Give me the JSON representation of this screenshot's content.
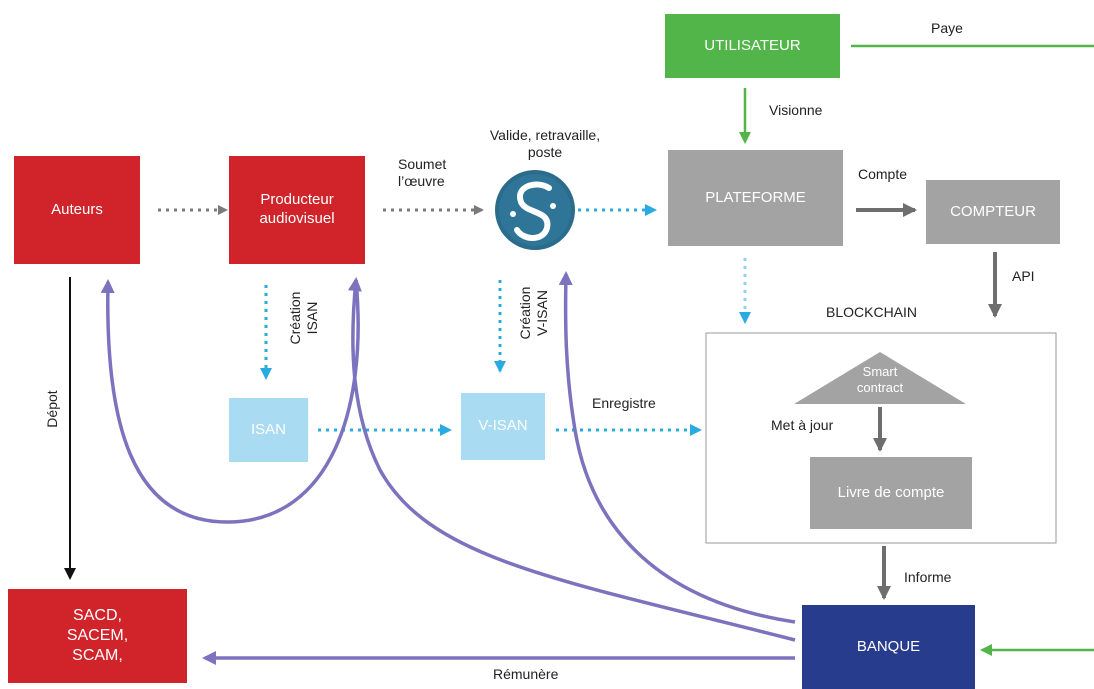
{
  "nodes": {
    "utilisateur": "UTILISATEUR",
    "auteurs": "Auteurs",
    "producteur": "Producteur\naudiovisuel",
    "plateforme": "PLATEFORME",
    "compteur": "COMPTEUR",
    "isan": "ISAN",
    "visan": "V-ISAN",
    "smart_contract": "Smart\ncontract",
    "livre": "Livre de compte",
    "banque": "BANQUE",
    "societes": "SACD,\nSACEM,\nSCAM,"
  },
  "labels": {
    "paye": "Paye",
    "visionne": "Visionne",
    "valide": "Valide, retravaille,\nposte",
    "soumet": "Soumet\nl’œuvre",
    "compte": "Compte",
    "api": "API",
    "blockchain": "BLOCKCHAIN",
    "creation_isan": "Création\nISAN",
    "creation_visan": "Création\nV-ISAN",
    "enregistre": "Enregistre",
    "met_a_jour": "Met à jour",
    "depot": "Dépot",
    "informe": "Informe",
    "remunere": "Rémunère"
  },
  "colors": {
    "red": "#d0232a",
    "grey": "#a3a3a3",
    "light_blue": "#a9dcf2",
    "green": "#51b54a",
    "navy": "#283c8e",
    "dotted_blue": "#29abe2",
    "dotted_grey": "#7a7a7a",
    "purple": "#7b73bd",
    "logo": "#2b6b8c"
  }
}
